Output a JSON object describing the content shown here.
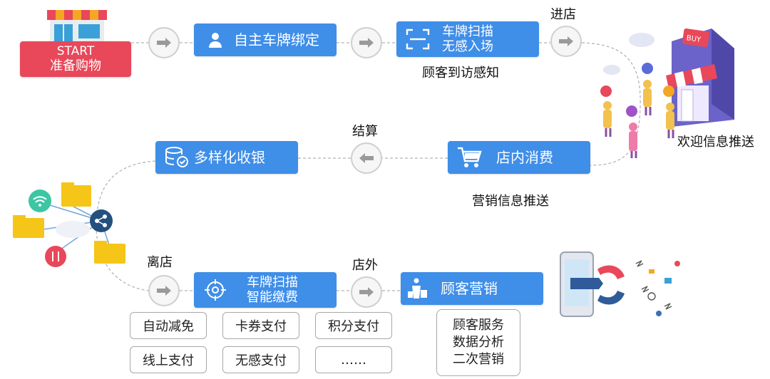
{
  "start": {
    "line1": "START",
    "line2": "准备购物"
  },
  "steps": {
    "plate_bind": "自主车牌绑定",
    "scan_in_line1": "车牌扫描",
    "scan_in_line2": "无感入场",
    "in_store": "店内消费",
    "checkout": "多样化收银",
    "scan_out_line1": "车牌扫描",
    "scan_out_line2": "智能缴费",
    "marketing": "顾客营销"
  },
  "labels": {
    "enter_store": "进店",
    "visit_aware": "顾客到访感知",
    "welcome_push": "欢迎信息推送",
    "settle": "结算",
    "promo_push": "营销信息推送",
    "leave_store": "离店",
    "outside_store": "店外"
  },
  "payment_options": [
    "自动减免",
    "卡券支付",
    "积分支付",
    "线上支付",
    "无感支付",
    "……"
  ],
  "services": [
    "顾客服务",
    "数据分析",
    "二次营销"
  ],
  "shop_sign": "BUY",
  "colors": {
    "blue": "#3f8ee8",
    "red": "#e8485a",
    "gray_line": "#b5b5b5"
  },
  "icons": [
    "person-icon",
    "scan-frame-icon",
    "cart-icon",
    "database-icon",
    "target-icon",
    "shopping-bag-icon",
    "arrow-right-icon",
    "arrow-left-icon"
  ]
}
